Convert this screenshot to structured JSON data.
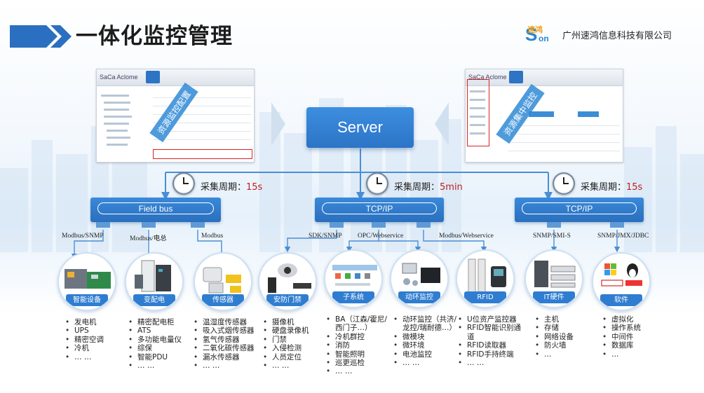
{
  "header": {
    "title": "一体化监控管理",
    "logo_text": "速鸿",
    "company": "广州速鸿信息科技有限公司"
  },
  "screens": {
    "left": {
      "brand": "SaCa Aclome",
      "ribbon": "资源监控配置"
    },
    "right": {
      "brand": "SaCa Aclome",
      "ribbon": "资源集中监控"
    }
  },
  "server": {
    "label": "Server"
  },
  "buses": [
    {
      "label": "Field bus",
      "cycle_label": "采集周期：",
      "cycle_value": "15s",
      "protocols": [
        "Modbus/SNMP",
        "Modbus/电总",
        "Modbus"
      ]
    },
    {
      "label": "TCP/IP",
      "cycle_label": "采集周期：",
      "cycle_value": "5min",
      "protocols": [
        "SDK/SNMP",
        "OPC/Webservice",
        "Modbus/Webservice"
      ]
    },
    {
      "label": "TCP/IP",
      "cycle_label": "采集周期：",
      "cycle_value": "15s",
      "protocols": [
        "SNMP/SMI-S",
        "SNMP/JMX/JDBC"
      ]
    }
  ],
  "devices": [
    {
      "label": "智能设备",
      "items": [
        "发电机",
        "UPS",
        "精密空调",
        "冷机",
        "… …"
      ]
    },
    {
      "label": "变配电",
      "items": [
        "精密配电柜",
        "ATS",
        "多功能电量仪",
        "综保",
        "智能PDU",
        "… …"
      ]
    },
    {
      "label": "传感器",
      "items": [
        "温湿度传感器",
        "吸入式烟传感器",
        "氢气传感器",
        "二氧化碳传感器",
        "漏水传感器",
        "… …"
      ]
    },
    {
      "label": "安防门禁",
      "items": [
        "摄像机",
        "硬盘录像机",
        "门禁",
        "入侵检测",
        "人员定位",
        "… …"
      ]
    },
    {
      "label": "子系统",
      "items": [
        "BA（江森/霍尼/西门子…）",
        "冷机群控",
        "消防",
        "智能照明",
        "巡更巡检",
        "… …"
      ]
    },
    {
      "label": "动环监控",
      "items": [
        "动环监控（共济/龙控/瑞耐德…）",
        "微模块",
        "微环境",
        "电池监控",
        "… …"
      ]
    },
    {
      "label": "RFID",
      "items": [
        "U位资产监控器",
        "RFID智能识别通道",
        "RFID读取器",
        "RFID手持终端",
        "… …"
      ]
    },
    {
      "label": "IT硬件",
      "items": [
        "主机",
        "存储",
        "网络设备",
        "防火墙",
        "…"
      ]
    },
    {
      "label": "软件",
      "items": [
        "虚拟化",
        "操作系统",
        "中间件",
        "数据库",
        "…"
      ]
    }
  ],
  "colors": {
    "primary": "#2f7dd0",
    "accent": "#c0201e"
  }
}
